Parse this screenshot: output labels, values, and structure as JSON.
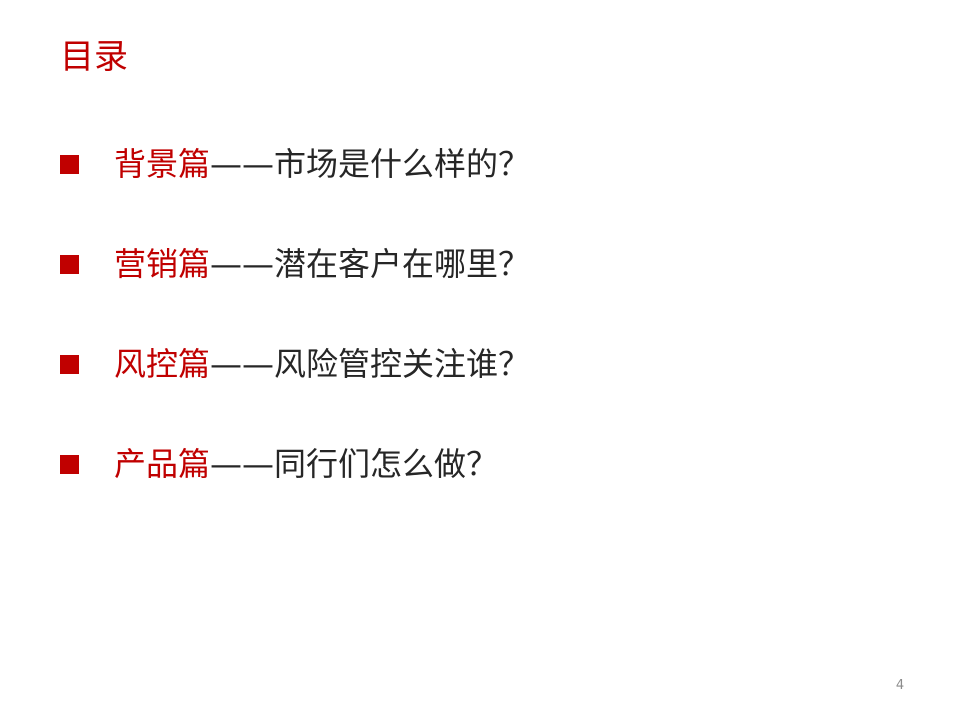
{
  "slide": {
    "title": "目录",
    "page_number": "4",
    "bullet_icon": "square-bullet-icon",
    "accent_color": "#c00000",
    "text_color": "#262626",
    "items": [
      {
        "section": "背景篇",
        "separator": "——",
        "question": "市场是什么样的？"
      },
      {
        "section": "营销篇",
        "separator": "——",
        "question": "潜在客户在哪里？"
      },
      {
        "section": "风控篇",
        "separator": "——",
        "question": "风险管控关注谁？"
      },
      {
        "section": "产品篇",
        "separator": "——",
        "question": "同行们怎么做？"
      }
    ]
  }
}
